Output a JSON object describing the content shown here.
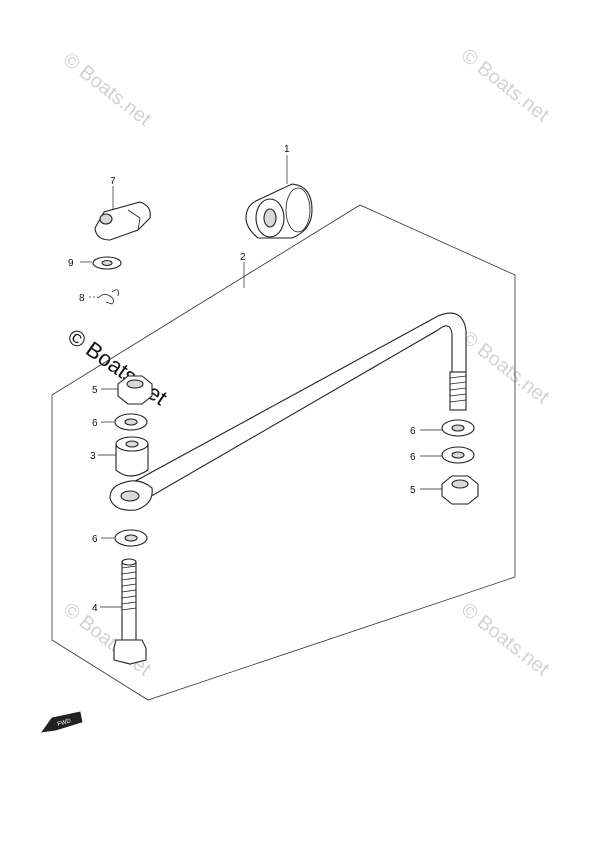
{
  "callouts": [
    {
      "id": "c1",
      "label": "1"
    },
    {
      "id": "c2",
      "label": "2"
    },
    {
      "id": "c3",
      "label": "3"
    },
    {
      "id": "c4",
      "label": "4"
    },
    {
      "id": "c5a",
      "label": "5"
    },
    {
      "id": "c5b",
      "label": "5"
    },
    {
      "id": "c6a",
      "label": "6"
    },
    {
      "id": "c6b",
      "label": "6"
    },
    {
      "id": "c6c",
      "label": "6"
    },
    {
      "id": "c6d",
      "label": "6"
    },
    {
      "id": "c7",
      "label": "7"
    },
    {
      "id": "c8",
      "label": "8"
    },
    {
      "id": "c9",
      "label": "9"
    }
  ],
  "watermark": {
    "text": "© Boats.net"
  },
  "fwd_label": "FWD"
}
